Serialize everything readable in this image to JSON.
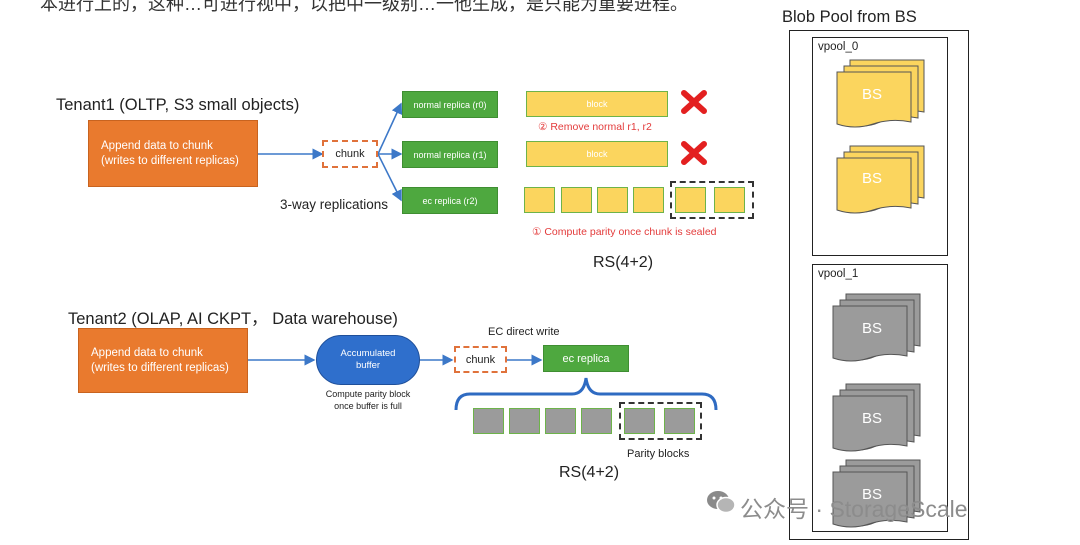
{
  "header_fragment": "本进行上的，这种…可进行视中，以把中一级别…一他生成，是只能为重要进程。",
  "tenant1": {
    "title": "Tenant1 (OLTP, S3 small objects)",
    "append_line1": "Append data to chunk",
    "append_line2": "(writes to different replicas)",
    "chunk": "chunk",
    "replicas": [
      "normal replica (r0)",
      "normal replica (r1)",
      "ec replica (r2)"
    ],
    "replication_label": "3-way replications",
    "block_label_1": "block",
    "block_label_2": "block",
    "remove_note": "② Remove normal r1, r2",
    "parity_note": "① Compute parity once chunk is sealed",
    "rs_label": "RS(4+2)"
  },
  "tenant2": {
    "title": "Tenant2 (OLAP, AI CKPT，  Data warehouse)",
    "append_line1": "Append data to chunk",
    "append_line2": "(writes to different replicas)",
    "buffer_line1": "Accumulated",
    "buffer_line2": "buffer",
    "compute_line1": "Compute parity block",
    "compute_line2": "once buffer is full",
    "ec_direct": "EC direct write",
    "chunk": "chunk",
    "ec_replica": "ec replica",
    "parity_blocks": "Parity blocks",
    "rs_label": "RS(4+2)"
  },
  "blob_pool": {
    "title": "Blob Pool from BS",
    "vpool0": "vpool_0",
    "vpool1": "vpool_1",
    "bs": "BS",
    "vpool0_fill": "#fbd55e",
    "vpool1_fill": "#9b9b9b"
  },
  "watermark": {
    "brand": "公众号 · StorageScale"
  }
}
